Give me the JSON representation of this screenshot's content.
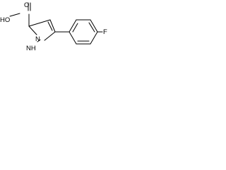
{
  "molecule": {
    "atom_labels": {
      "hydroxyl": "HO",
      "carbonyl_oxygen": "O",
      "ring_nitrogen": "N",
      "ring_nh": "NH",
      "fluorine": "F"
    }
  },
  "colors": {
    "bond": "#000000",
    "label": "#000000",
    "background": "#ffffff"
  }
}
